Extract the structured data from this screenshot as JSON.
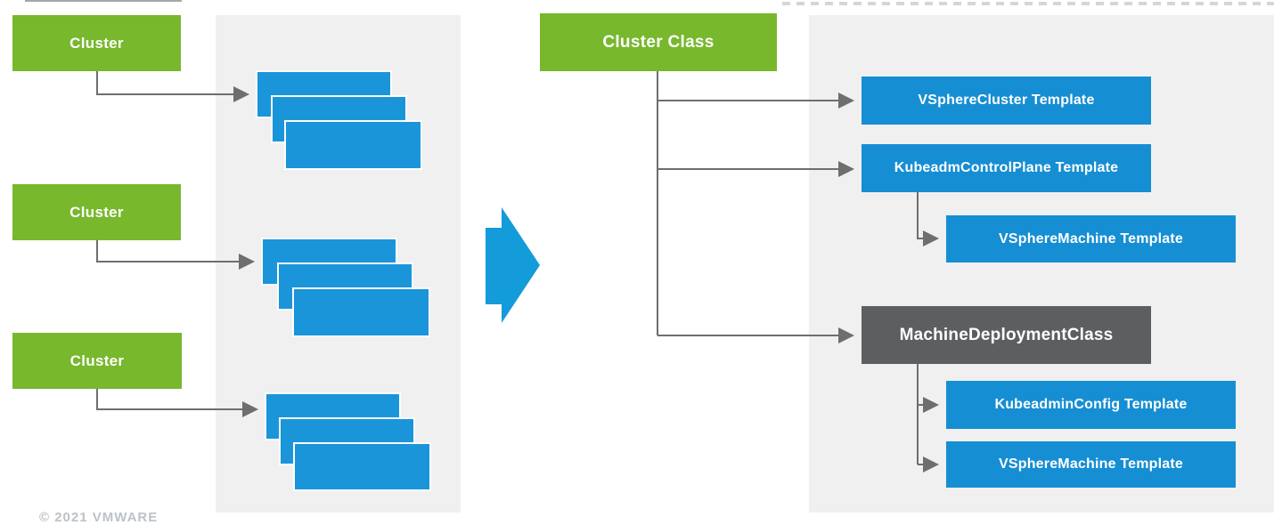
{
  "colors": {
    "green": "#77b82d",
    "blue": "#168ed3",
    "stack_blue": "#1b95d9",
    "dark_gray": "#5d5e60",
    "connector": "#6e6e6e",
    "panel": "#f0f0f0",
    "arrow": "#149bd9"
  },
  "left_section": {
    "clusters": [
      {
        "label": "Cluster"
      },
      {
        "label": "Cluster"
      },
      {
        "label": "Cluster"
      }
    ],
    "stack_cards_per_cluster": 3
  },
  "transform_arrow": {
    "direction": "right"
  },
  "right_section": {
    "root": {
      "label": "Cluster Class"
    },
    "templates": [
      {
        "label": "VSphereCluster Template",
        "type": "blue"
      },
      {
        "label": "KubeadmControlPlane Template",
        "type": "blue"
      },
      {
        "label": "VSphereMachine Template",
        "type": "blue"
      },
      {
        "label": "MachineDeploymentClass",
        "type": "gray"
      },
      {
        "label": "KubeadminConfig Template",
        "type": "blue"
      },
      {
        "label": "VSphereMachine Template",
        "type": "blue"
      }
    ]
  },
  "footer": {
    "copyright": "© 2021 VMWARE"
  }
}
